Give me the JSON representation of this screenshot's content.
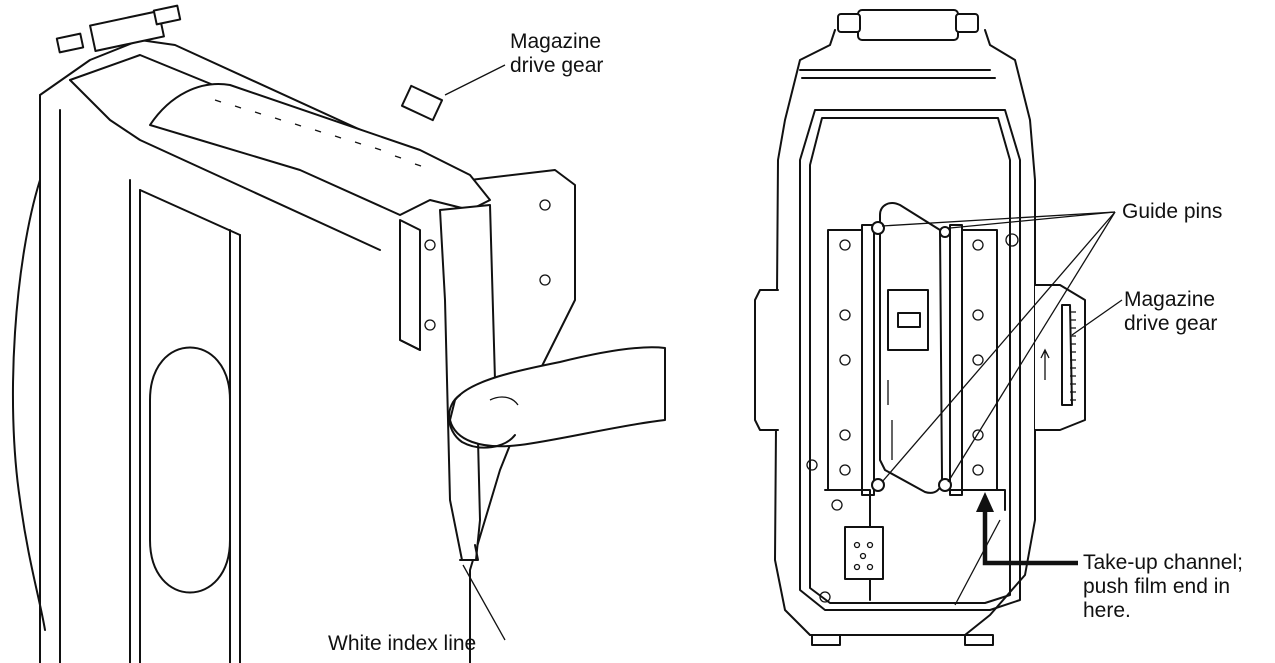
{
  "left_figure": {
    "labels": {
      "magazine_drive_gear_line1": "Magazine",
      "magazine_drive_gear_line2": "drive gear",
      "white_index_line": "White index line"
    }
  },
  "right_figure": {
    "labels": {
      "guide_pins": "Guide pins",
      "magazine_drive_gear_line1": "Magazine",
      "magazine_drive_gear_line2": "drive gear",
      "take_up_line1": "Take-up channel;",
      "take_up_line2": "push film end in",
      "take_up_line3": "here."
    }
  }
}
